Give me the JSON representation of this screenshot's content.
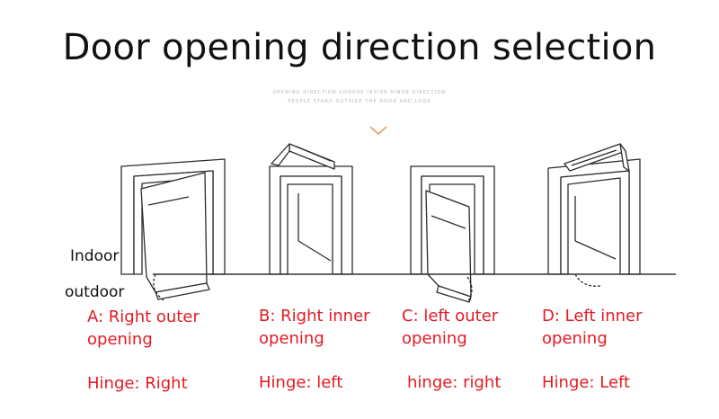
{
  "title": "Door opening direction selection",
  "subtitle_lines": [
    "OPENING DIRECTION CHOOSE INSIDE HINGE DIRECTION",
    "PEOPLE STAND OUTSIDE THE DOOR AND LOOK"
  ],
  "labels": {
    "indoor": "Indoor",
    "outdoor": "outdoor"
  },
  "options": [
    {
      "id": "A",
      "name": "A: Right outer opening",
      "hinge": "Hinge: Right"
    },
    {
      "id": "B",
      "name": "B: Right inner opening",
      "hinge": "Hinge: left"
    },
    {
      "id": "C",
      "name": "C: left outer opening",
      "hinge": "hinge: right"
    },
    {
      "id": "D",
      "name": "D: Left inner opening",
      "hinge": "Hinge: Left"
    }
  ],
  "colors": {
    "accent": "#e21b23",
    "chevron": "#e8a060",
    "line": "#333333"
  },
  "icons": {
    "chevron": "chevron-down-icon"
  }
}
